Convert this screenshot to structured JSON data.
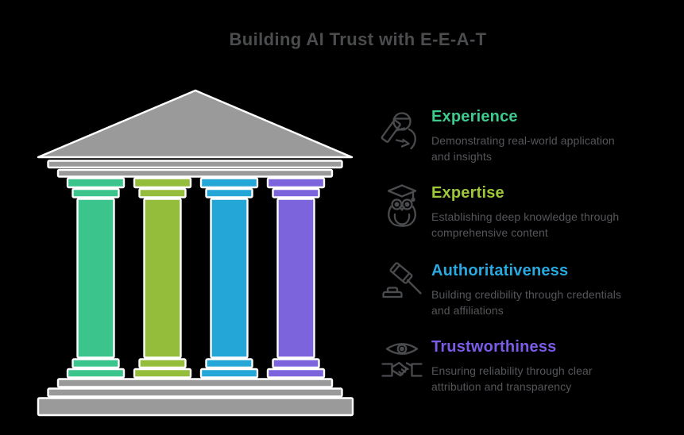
{
  "title": {
    "text": "Building AI Trust with E-E-A-T"
  },
  "palette": {
    "background": "#000000",
    "temple_gray": "#9a9a9a",
    "outline_white": "#ffffff",
    "title_color": "#4b4c4e",
    "description_color": "#55565a",
    "icon_color": "#4a4b4e"
  },
  "pillars": [
    {
      "name": "experience-pillar",
      "color": "#3bc48c"
    },
    {
      "name": "expertise-pillar",
      "color": "#95bd3c"
    },
    {
      "name": "authoritativeness-pillar",
      "color": "#24a7d6"
    },
    {
      "name": "trustworthiness-pillar",
      "color": "#7c64dd"
    }
  ],
  "items": [
    {
      "label": "Experience",
      "color": "#3ecb8e",
      "icon": "engineer-icon",
      "description_line1": "Demonstrating real-world application",
      "description_line2": "and insights"
    },
    {
      "label": "Expertise",
      "color": "#9ec73a",
      "icon": "owl-graduate-icon",
      "description_line1": "Establishing deep knowledge through",
      "description_line2": "comprehensive content"
    },
    {
      "label": "Authoritativeness",
      "color": "#29a9e0",
      "icon": "gavel-icon",
      "description_line1": "Building credibility through credentials",
      "description_line2": "and affiliations"
    },
    {
      "label": "Trustworthiness",
      "color": "#7b5ce8",
      "icon": "eye-handshake-icon",
      "description_line1": "Ensuring reliability through clear",
      "description_line2": "attribution and transparency"
    }
  ]
}
